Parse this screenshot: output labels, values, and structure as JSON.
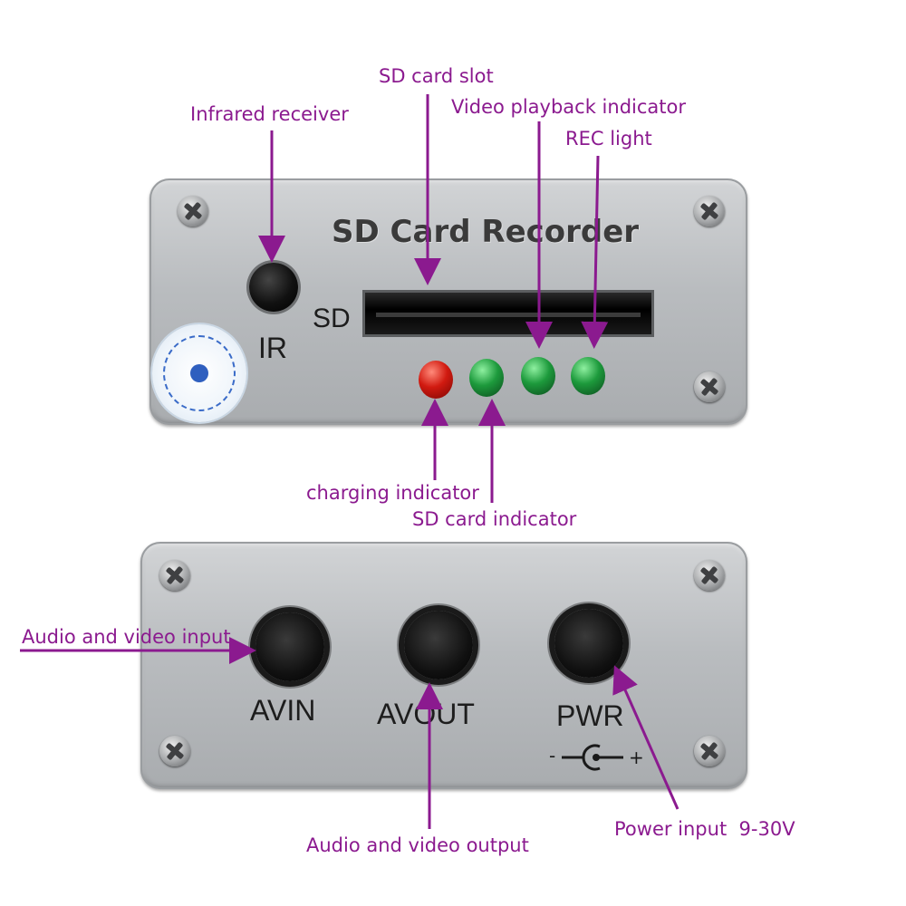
{
  "product": {
    "front_panel": {
      "title": "SD Card Recorder",
      "ir_label": "IR",
      "sd_label": "SD"
    },
    "back_panel": {
      "avin_label": "AVIN",
      "avout_label": "AVOUT",
      "pwr_label": "PWR",
      "polarity_minus": "-",
      "polarity_plus": "+"
    }
  },
  "annotations": {
    "sd_card_slot": "SD card slot",
    "infrared_receiver": "Infrared receiver",
    "video_playback_indicator": "Video playback indicator",
    "rec_light": "REC light",
    "charging_indicator": "charging indicator",
    "sd_card_indicator": "SD card indicator",
    "audio_video_input": "Audio and video input",
    "audio_video_output": "Audio and video output",
    "power_input": "Power input  9-30V"
  },
  "colors": {
    "annotation": "#8b1a8f",
    "led_red": "#d11a10",
    "led_green": "#1d9a3c"
  }
}
